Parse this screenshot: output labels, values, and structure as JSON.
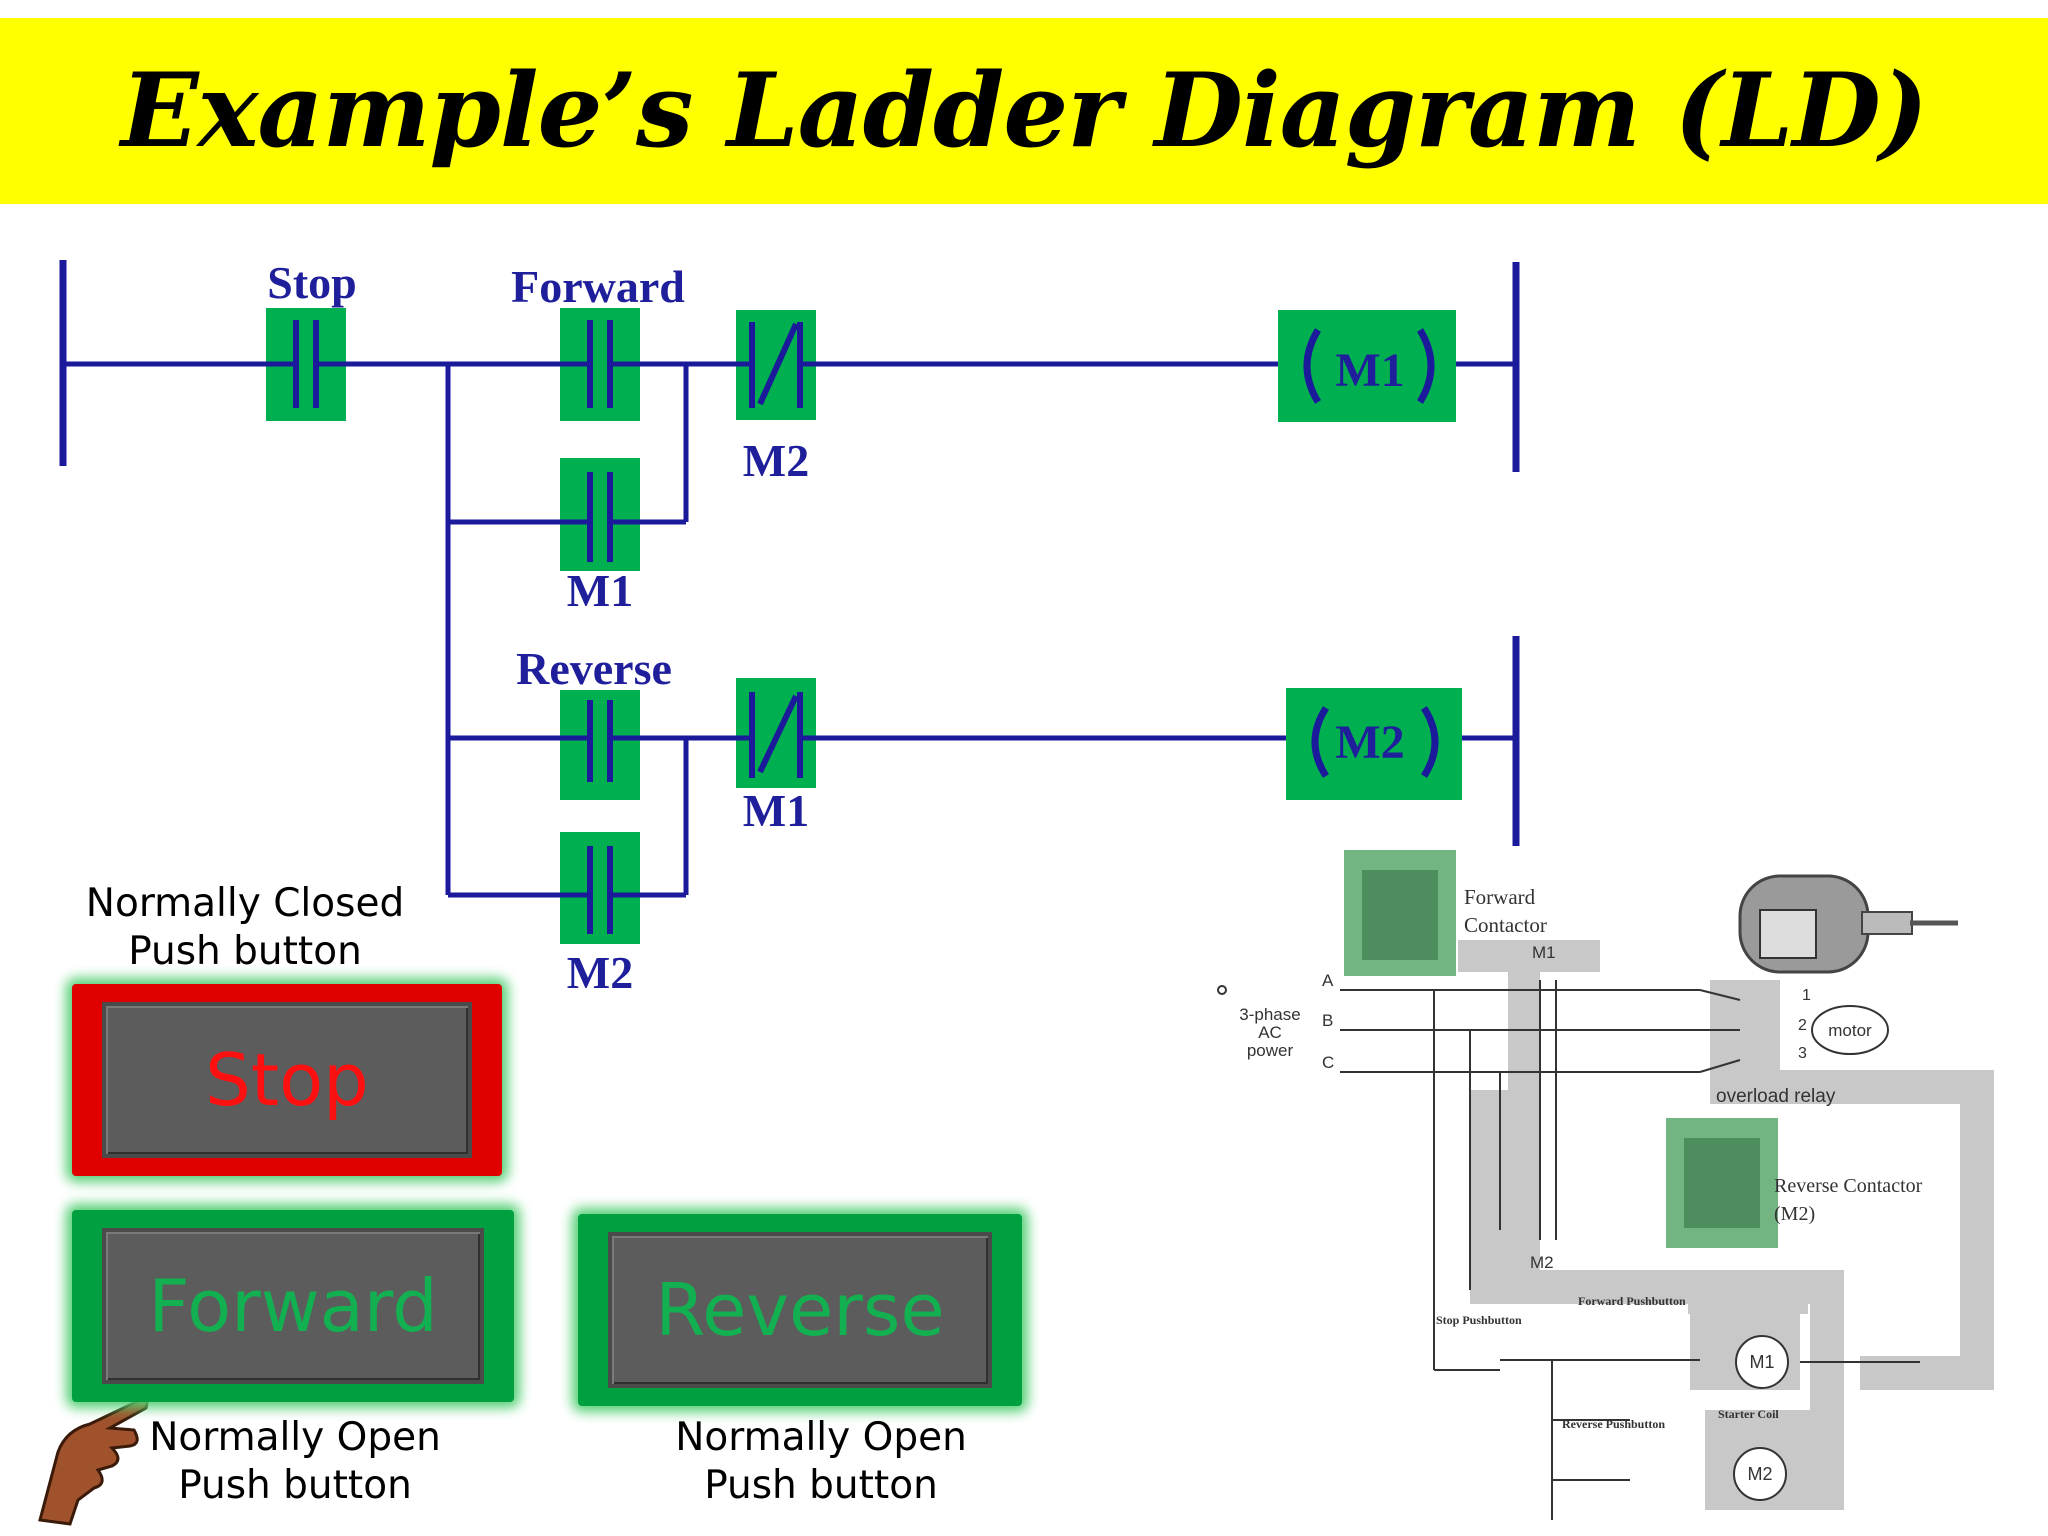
{
  "title": "Example’s Ladder Diagram (LD)",
  "ladder": {
    "rung1": {
      "stop_label": "Stop",
      "forward_label": "Forward",
      "seal_in_label": "M1",
      "interlock_label": "M2",
      "coil_label": "M1"
    },
    "rung2": {
      "reverse_label": "Reverse",
      "seal_in_label": "M2",
      "interlock_label": "M1",
      "coil_label": "M2"
    },
    "colors": {
      "wire": "#1a1a9a",
      "contact_bg": "#00b050",
      "label": "#1f1f9c"
    }
  },
  "panel": {
    "nc_caption": [
      "Normally Closed",
      "Push button"
    ],
    "no_caption_forward": [
      "Normally Open",
      "Push button"
    ],
    "no_caption_reverse": [
      "Normally Open",
      "Push button"
    ],
    "stop_button": "Stop",
    "forward_button": "Forward",
    "reverse_button": "Reverse",
    "colors": {
      "stop_text": "#ff1010",
      "stop_frame": "#e00000",
      "go_text": "#12b050",
      "go_frame": "#00a040"
    }
  },
  "wiring": {
    "forward_contactor": [
      "Forward",
      "Contactor"
    ],
    "m1": "M1",
    "m2": "M2",
    "phase_a": "A",
    "phase_b": "B",
    "phase_c": "C",
    "power_label": [
      "3-phase",
      "AC",
      "power"
    ],
    "terminals": [
      "1",
      "2",
      "3"
    ],
    "motor": "motor",
    "overload": "overload relay",
    "reverse_contactor": [
      "Reverse Contactor",
      "(M2)"
    ],
    "forward_pushbutton": "Forward Pushbutton",
    "stop_pushbutton": "Stop Pushbutton",
    "reverse_pushbutton": "Reverse Pushbutton",
    "starter_coil": "Starter Coil",
    "coil_m1": "M1",
    "coil_m2": "M2"
  }
}
